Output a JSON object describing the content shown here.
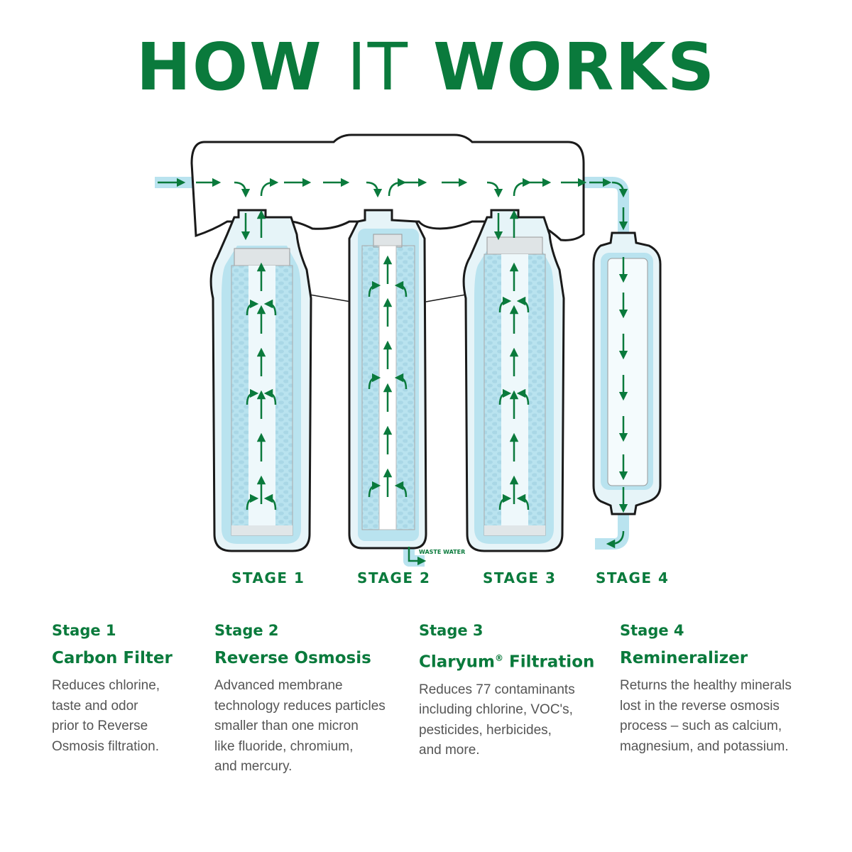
{
  "title": {
    "part1": "HOW ",
    "part2": "IT",
    "part3": " WORKS"
  },
  "diagram": {
    "waste_label": "WASTE WATER",
    "stage_labels": [
      "STAGE 1",
      "STAGE 2",
      "STAGE 3",
      "STAGE 4"
    ]
  },
  "stages": [
    {
      "heading": "Stage 1",
      "name": "Carbon Filter",
      "name_sup": "",
      "name_suffix": "",
      "lines": [
        "Reduces chlorine,",
        "taste and odor",
        "prior to Reverse",
        "Osmosis filtration."
      ]
    },
    {
      "heading": "Stage 2",
      "name": "Reverse Osmosis",
      "name_sup": "",
      "name_suffix": "",
      "lines": [
        "Advanced membrane",
        "technology reduces particles",
        "smaller than one micron",
        "like fluoride, chromium,",
        "and mercury."
      ]
    },
    {
      "heading": "Stage 3",
      "name": "Claryum",
      "name_sup": "®",
      "name_suffix": " Filtration",
      "lines": [
        "Reduces 77 contaminants",
        "including chlorine, VOC's,",
        "pesticides, herbicides,",
        "and more."
      ]
    },
    {
      "heading": "Stage 4",
      "name": "Remineralizer",
      "name_sup": "",
      "name_suffix": "",
      "lines": [
        "Returns the healthy minerals",
        "lost in the reverse osmosis",
        "process – such as calcium,",
        "magnesium, and potassium."
      ]
    }
  ],
  "colors": {
    "brand_green": "#0a7a3c",
    "water_blue": "#b9e3ef",
    "outline": "#1a1a1a",
    "text_gray": "#555555"
  }
}
